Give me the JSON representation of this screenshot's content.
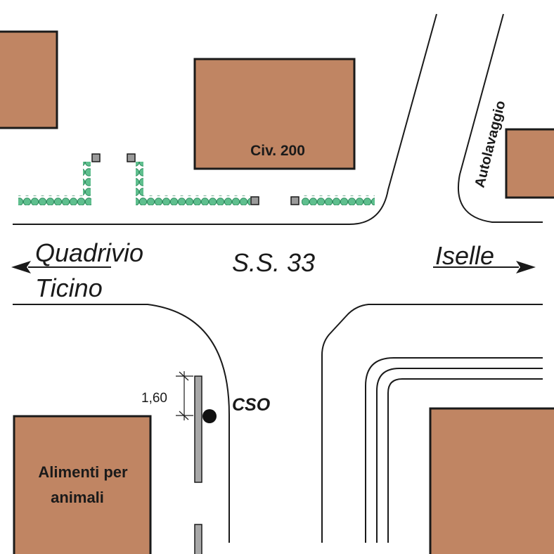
{
  "road": {
    "name": "S.S. 33",
    "west_destination_line1": "Quadrivio",
    "west_destination_line2": "Ticino",
    "east_destination": "Iselle"
  },
  "buildings": {
    "civ": "Civ. 200",
    "pet_food_line1": "Alimenti per",
    "pet_food_line2": "animali",
    "car_wash": "Autolavaggio"
  },
  "measurement": {
    "value": "1,60"
  },
  "marker": {
    "label": "CSO"
  },
  "colors": {
    "building_fill": "#c08563",
    "hedge": "#5fbf8e",
    "post": "#9a9a9a",
    "line": "#1a1a1a"
  }
}
